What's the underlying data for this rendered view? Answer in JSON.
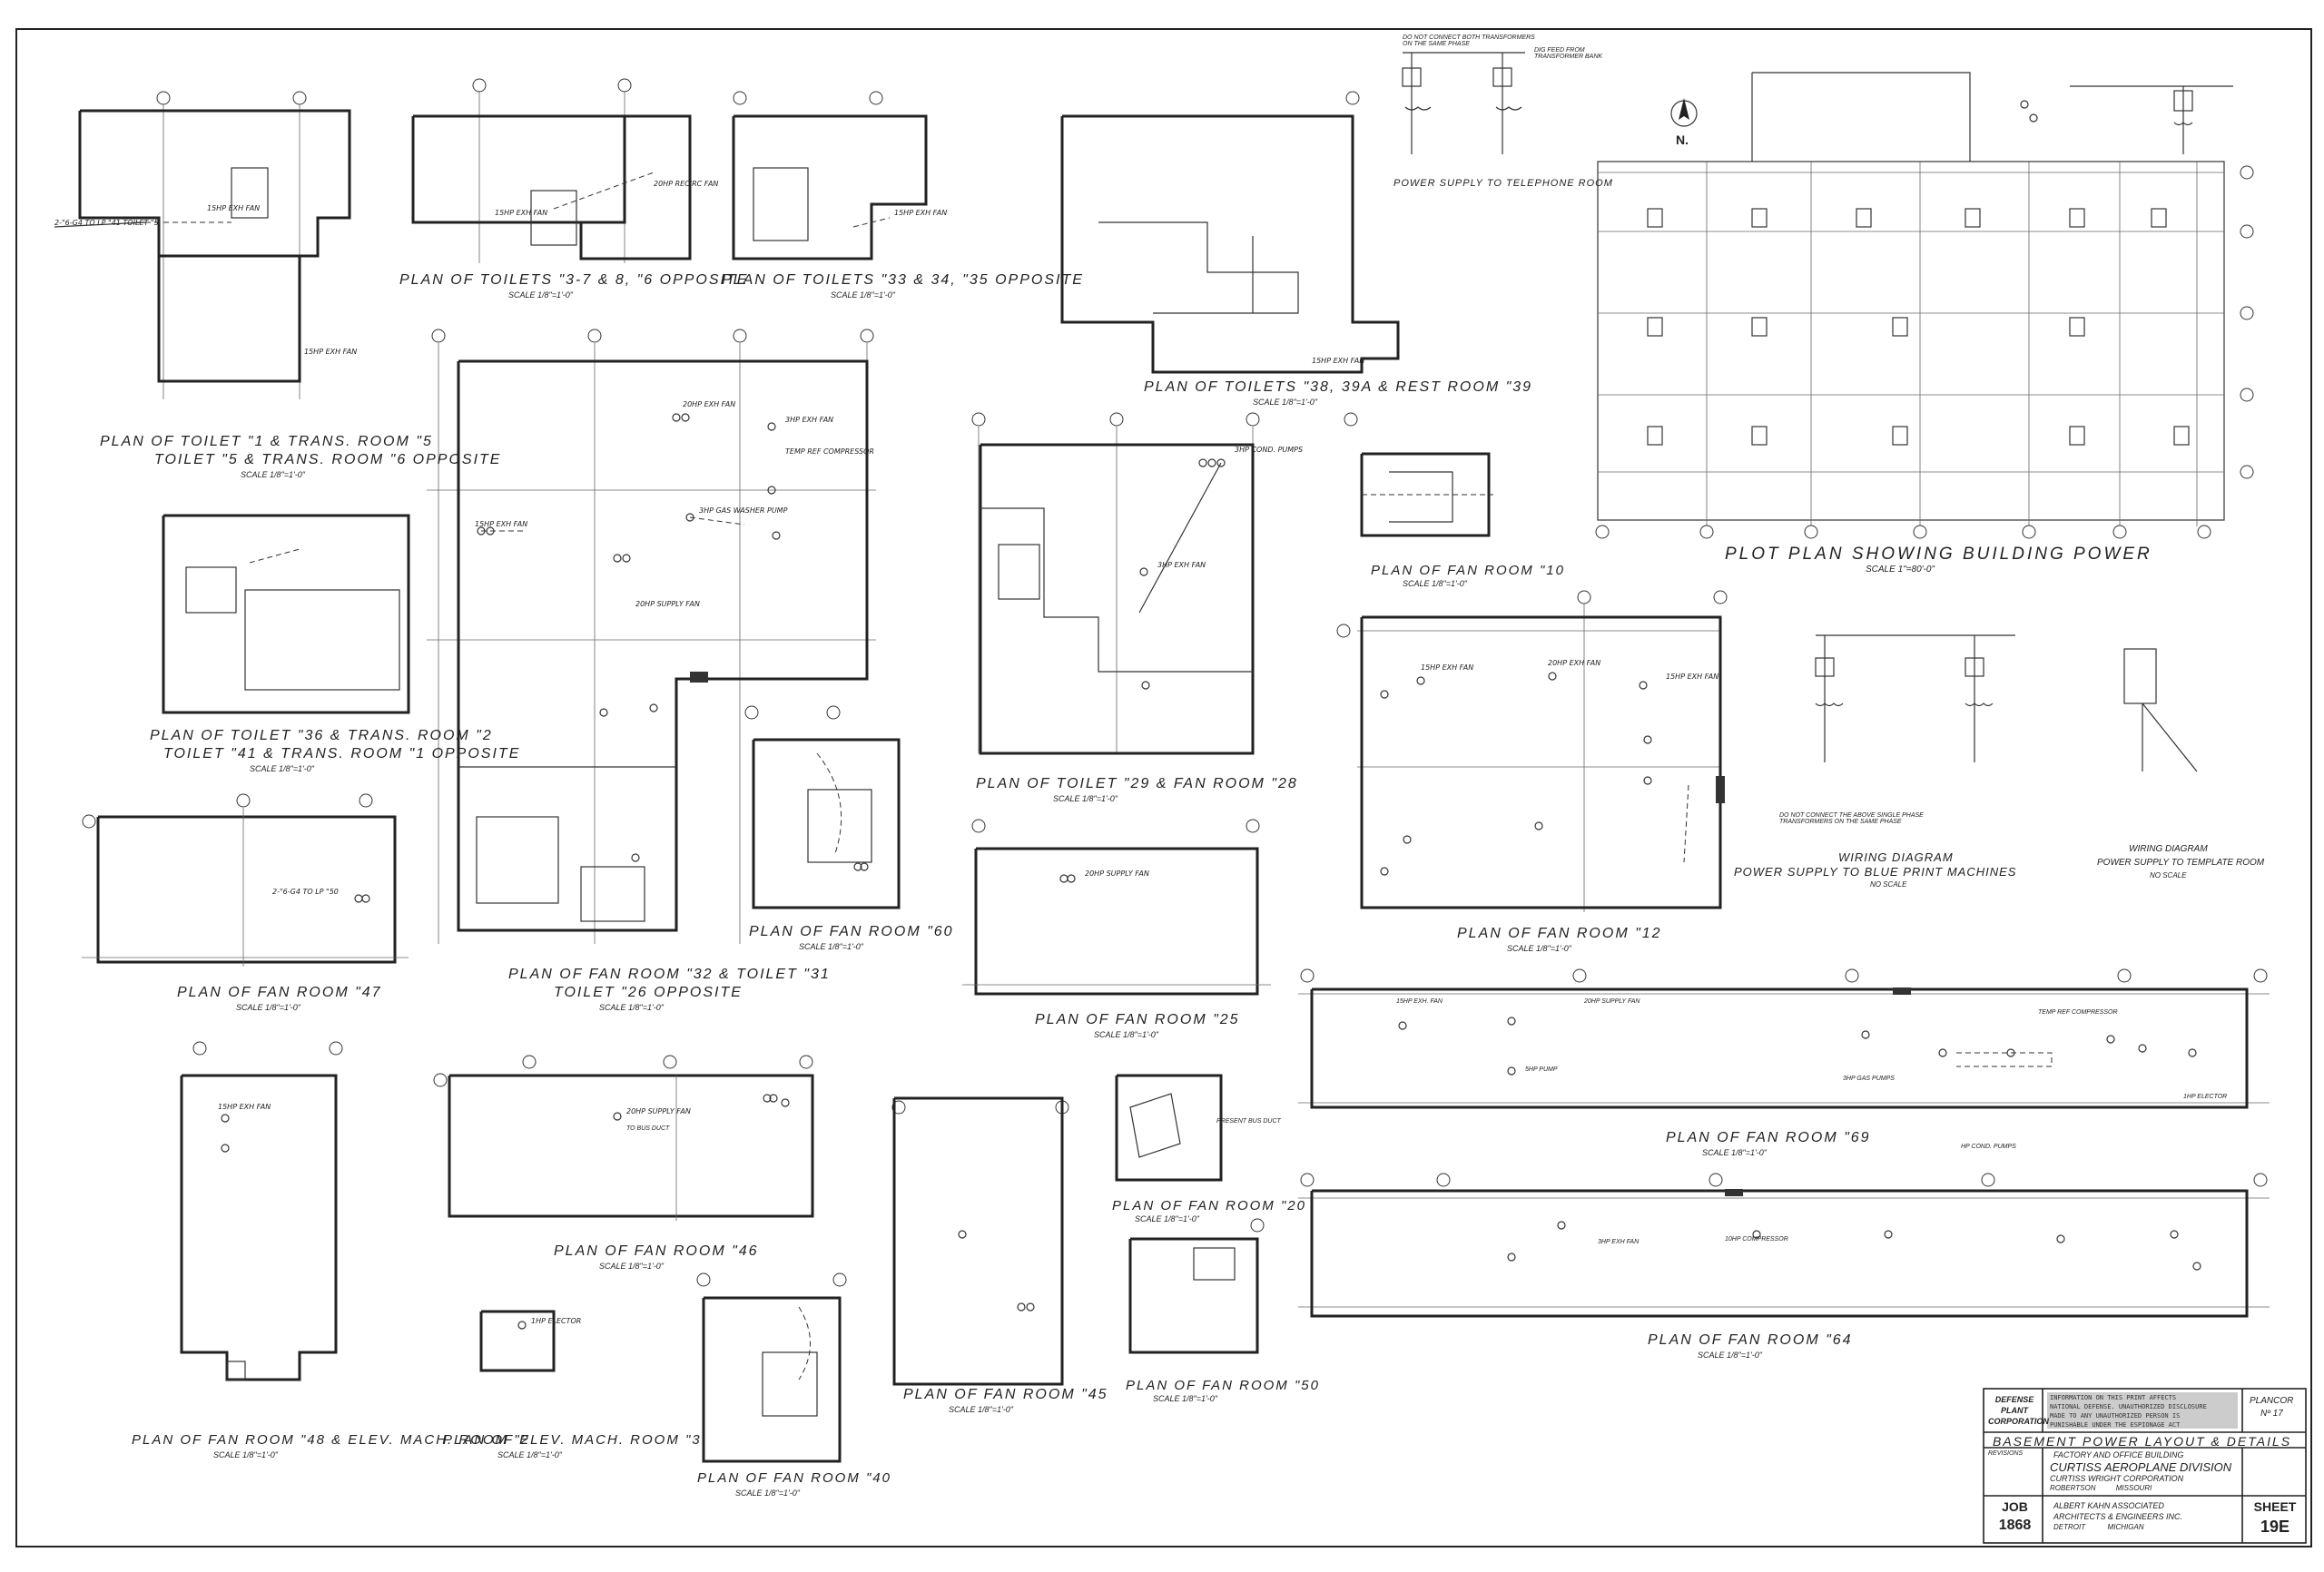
{
  "plans": [
    {
      "title": "PLAN OF TOILET \"1 & TRANS. ROOM \"5",
      "subtitle": "TOILET \"5 & TRANS. ROOM \"6 OPPOSITE",
      "scale": "SCALE 1/8\"=1'-0\""
    },
    {
      "title": "PLAN OF TOILETS \"3-7 & 8, \"6 OPPOSITE",
      "scale": "SCALE 1/8\"=1'-0\""
    },
    {
      "title": "PLAN OF TOILETS \"33 & 34, \"35 OPPOSITE",
      "scale": "SCALE 1/8\"=1'-0\""
    },
    {
      "title": "PLAN OF TOILETS \"38, 39A & REST ROOM \"39",
      "scale": "SCALE 1/8\"=1'-0\""
    },
    {
      "title": "PLAN OF TOILET \"36 & TRANS. ROOM \"2",
      "subtitle": "TOILET \"41 & TRANS. ROOM \"1 OPPOSITE",
      "scale": "SCALE 1/8\"=1'-0\""
    },
    {
      "title": "PLAN OF FAN ROOM \"47",
      "scale": "SCALE 1/8\"=1'-0\""
    },
    {
      "title": "PLAN OF FAN ROOM \"32 & TOILET \"31",
      "subtitle": "TOILET \"26 OPPOSITE",
      "scale": "SCALE 1/8\"=1'-0\""
    },
    {
      "title": "PLAN OF FAN ROOM \"60",
      "scale": "SCALE 1/8\"=1'-0\""
    },
    {
      "title": "PLAN OF TOILET \"29 & FAN ROOM \"28",
      "scale": "SCALE 1/8\"=1'-0\""
    },
    {
      "title": "PLAN OF FAN ROOM \"10",
      "scale": "SCALE 1/8\"=1'-0\""
    },
    {
      "title": "PLAN OF FAN ROOM \"25",
      "scale": "SCALE 1/8\"=1'-0\""
    },
    {
      "title": "PLAN OF FAN ROOM \"12",
      "scale": "SCALE 1/8\"=1'-0\""
    },
    {
      "title": "PLAN OF FAN ROOM \"69",
      "scale": "SCALE 1/8\"=1'-0\""
    },
    {
      "title": "PLAN OF FAN ROOM \"46",
      "scale": "SCALE 1/8\"=1'-0\""
    },
    {
      "title": "PLAN OF FAN ROOM \"20",
      "scale": "SCALE 1/8\"=1'-0\""
    },
    {
      "title": "PLAN OF FAN ROOM \"64",
      "scale": "SCALE 1/8\"=1'-0\""
    },
    {
      "title": "PLAN OF FAN ROOM \"45",
      "scale": "SCALE 1/8\"=1'-0\""
    },
    {
      "title": "PLAN OF FAN ROOM \"50",
      "scale": "SCALE 1/8\"=1'-0\""
    },
    {
      "title": "PLAN OF FAN ROOM \"48 & ELEV. MACH. ROOM \"2",
      "scale": "SCALE 1/8\"=1'-0\""
    },
    {
      "title": "PLAN OF ELEV. MACH. ROOM \"3",
      "scale": "SCALE 1/8\"=1'-0\""
    },
    {
      "title": "PLAN OF FAN ROOM \"40",
      "scale": "SCALE 1/8\"=1'-0\""
    }
  ],
  "plot_plan": {
    "title": "PLOT PLAN SHOWING BUILDING POWER",
    "scale": "SCALE 1\"=80'-0\"",
    "north": "N."
  },
  "telephone": {
    "title": "POWER SUPPLY TO TELEPHONE ROOM",
    "note": "DO NOT CONNECT BOTH TRANSFORMERS ON THE SAME PHASE",
    "feed": "DIG FEED FROM TRANSFORMER BANK"
  },
  "wiring_blueprint": {
    "title": "WIRING DIAGRAM",
    "subtitle": "POWER SUPPLY TO BLUE PRINT MACHINES",
    "scale": "NO SCALE",
    "note": "DO NOT CONNECT THE ABOVE SINGLE PHASE TRANSFORMERS ON THE SAME PHASE"
  },
  "wiring_template": {
    "title": "WIRING DIAGRAM",
    "subtitle": "POWER SUPPLY TO TEMPLATE ROOM",
    "scale": "NO SCALE"
  },
  "equipment_labels": [
    "15HP EXH. FAN",
    "20HP SUPPLY FAN",
    "3HP GAS PUMPS",
    "TEMP REF COMPRESSOR",
    "5HP PUMP",
    "1HP ELECTOR",
    "10HP COMPRESSOR",
    "TO BUS DUCT",
    "PRESENT BUS DUCT",
    "3HP EXH FAN",
    "HP COND. PUMPS"
  ],
  "title_block": {
    "dpc": [
      "DEFENSE",
      "PLANT",
      "CORPORATION"
    ],
    "security": [
      "INFORMATION ON THIS PRINT AFFECTS",
      "NATIONAL DEFENSE. UNAUTHORIZED DISCLOSURE",
      "MADE TO ANY UNAUTHORIZED PERSON IS",
      "PUNISHABLE UNDER THE ESPIONAGE ACT"
    ],
    "plancor_label": "PLANCOR",
    "plancor_no": "Nº 17",
    "sheet_title": "BASEMENT POWER LAYOUT & DETAILS",
    "revisions_label": "REVISIONS",
    "line1": "FACTORY AND OFFICE BUILDING",
    "line2": "CURTISS AEROPLANE DIVISION",
    "line3": "CURTISS WRIGHT CORPORATION",
    "line4": "ROBERTSON          MISSOURI",
    "job_label": "JOB",
    "job_no": "1868",
    "arch1": "ALBERT KAHN ASSOCIATED",
    "arch2": "ARCHITECTS & ENGINEERS INC.",
    "arch3": "DETROIT           MICHIGAN",
    "sheet_label": "SHEET",
    "sheet_no": "19E"
  }
}
